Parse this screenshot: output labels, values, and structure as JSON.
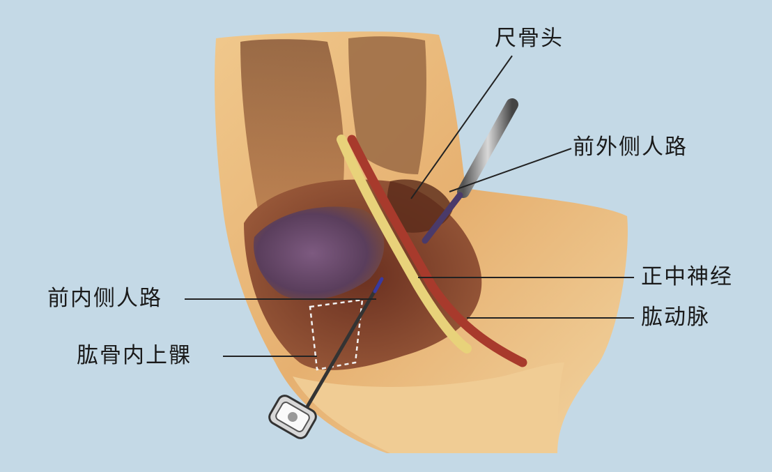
{
  "labels": {
    "ulna_head": "尺骨头",
    "anterolateral_portal": "前外侧人路",
    "median_nerve": "正中神经",
    "brachial_artery": "肱动脉",
    "anteromedial_portal": "前内侧人路",
    "medial_epicondyle": "肱骨内上髁"
  },
  "colors": {
    "background": "#c4d9e6",
    "skin": "#e8b878",
    "nerve": "#e8d27a",
    "artery": "#a83a2c",
    "joint_capsule": "#6b4a6e"
  }
}
